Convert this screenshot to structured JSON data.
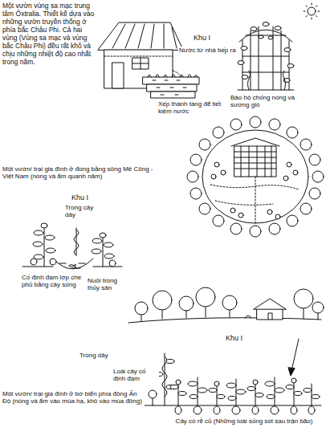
{
  "diagram": {
    "labels": [
      "Một vườn vùng sa mạc trung tâm Ôxtralia. Thiết kế dựa vào những vườn truyền thống ở phía bắc Châu Phi. Cả hai vùng (Vùng sa mạc và vùng bắc Châu Phi) đều rất khô và chịu những nhiệt độ cao nhất trong năm.",
      "Khu I",
      "Nước từ nhà bếp ra",
      "Xếp thành tầng để tiết kiệm nước",
      "Bảo hộ chống nóng và sương gió",
      "Một vườn/ trại gia đình ở đồng bằng sông Mê Công - Việt Nam (nóng và ẩm quanh năm)",
      "Khu I",
      "Trồng cây dây",
      "Cố định đạm lớp che phủ bằng cây sống",
      "Nuôi trồng thủy sản",
      "Khu I",
      "Trồng dây",
      "Loài cây cố định đạm",
      "Một vườn/ trại gia đình ở bờ biển phía đông Ấn Độ (nóng và ẩm vào mùa hạ, khô vào mùa đông)",
      "Cây có rễ củ (Những loài sống sót sau trận bão)"
    ]
  }
}
